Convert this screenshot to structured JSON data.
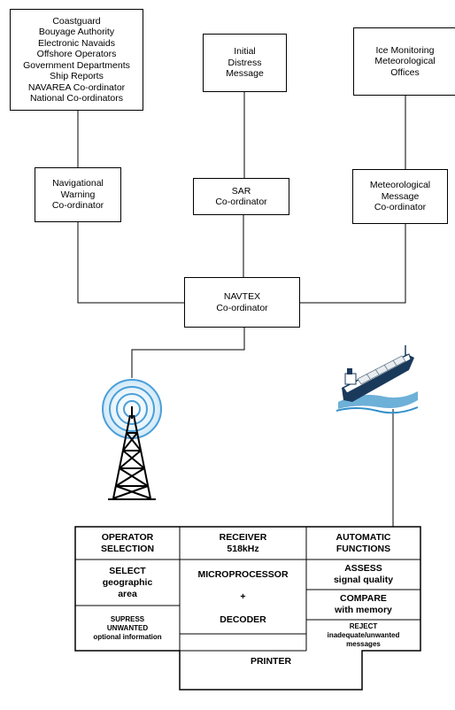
{
  "sources": {
    "coastguard_lines": [
      "Coastguard",
      "Bouyage Authority",
      "Electronic Navaids",
      "Offshore Operators",
      "Government Departments",
      "Ship Reports",
      "NAVAREA Co-ordinator",
      "National Co-ordinators"
    ],
    "distress_lines": [
      "Initial",
      "Distress",
      "Message"
    ],
    "ice_lines": [
      "Ice Monitoring",
      "Meteorological",
      "Offices"
    ]
  },
  "coordinators": {
    "nav_lines": [
      "Navigational",
      "Warning",
      "Co-ordinator"
    ],
    "sar_lines": [
      "SAR",
      "Co-ordinator"
    ],
    "met_lines": [
      "Meteorological",
      "Message",
      "Co-ordinator"
    ],
    "navtex_lines": [
      "NAVTEX",
      "Co-ordinator"
    ]
  },
  "receiver_unit": {
    "operator_header": [
      "OPERATOR",
      "SELECTION"
    ],
    "select": {
      "title": "SELECT",
      "sub": [
        "geographic",
        "area"
      ]
    },
    "suppress": [
      "SUPRESS",
      "UNWANTED",
      "optional information"
    ],
    "receiver_header": [
      "RECEIVER",
      "518kHz"
    ],
    "microprocessor": "MICROPROCESSOR",
    "plus": "+",
    "decoder": "DECODER",
    "printer": "PRINTER",
    "automatic_header": [
      "AUTOMATIC",
      "FUNCTIONS"
    ],
    "assess": {
      "title": "ASSESS",
      "sub": "signal quality"
    },
    "compare": {
      "title": "COMPARE",
      "sub": "with memory"
    },
    "reject": {
      "title": "REJECT",
      "sub": [
        "inadequate/unwanted",
        "messages"
      ]
    }
  },
  "colors": {
    "line": "#000000",
    "antenna_waves": "#4a9fd8",
    "antenna_glow": "#cfe8f8",
    "ship_hull": "#1a3a5c",
    "water": "#2f8fc8"
  },
  "icons": {
    "antenna": "radio-tower-icon",
    "ship": "ship-icon"
  }
}
